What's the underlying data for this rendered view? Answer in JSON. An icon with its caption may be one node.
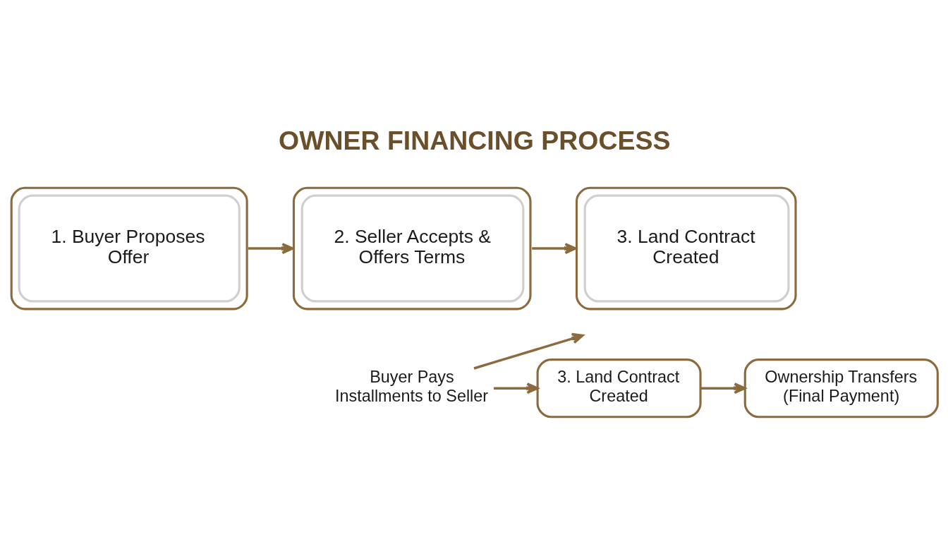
{
  "diagram": {
    "title": "OWNER FINANCING PROCESS",
    "nodes": [
      {
        "text": [
          "1. Buyer Proposes Offer"
        ]
      },
      {
        "text": [
          "2. Seller Accepts & Offers Terms"
        ]
      },
      {
        "text": [
          "3. Land Contract Created"
        ]
      },
      {
        "text": [
          "Buyer Pays Installments to Seller"
        ]
      },
      {
        "text": [
          "3. Land Contract Created"
        ]
      },
      {
        "text": [
          "Ownership Transfers (Final Payment)"
        ]
      }
    ],
    "edges": [
      {
        "from": 0,
        "to": 1,
        "arrow": "to"
      },
      {
        "from": 1,
        "to": 2,
        "arrow": "to"
      },
      {
        "from": 3,
        "to": null,
        "arrow": "to"
      },
      {
        "from": 3,
        "to": 4,
        "arrow": "to"
      },
      {
        "from": 4,
        "to": 5,
        "arrow": "to"
      }
    ]
  }
}
